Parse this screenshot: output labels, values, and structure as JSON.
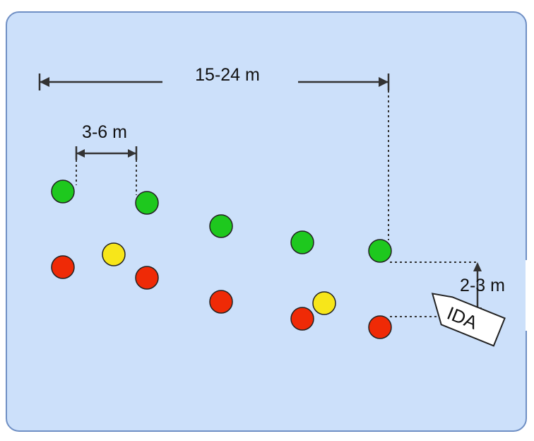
{
  "diagram": {
    "background_color": "#cce0fa",
    "border_color": "#6f8fc4",
    "labels": {
      "total_spacing": "15-24 m",
      "buoy_spacing": "3-6 m",
      "side_offset": "2-3 m",
      "boat_name": "IDA"
    },
    "buoy_colors": {
      "green": "#1ec81e",
      "red": "#ef2a06",
      "yellow": "#f7e61a"
    },
    "buoys": {
      "green_count": 5,
      "red_count": 5,
      "yellow_count": 2
    },
    "boat": {
      "fill": "#ffffff",
      "stroke": "#222222"
    }
  }
}
